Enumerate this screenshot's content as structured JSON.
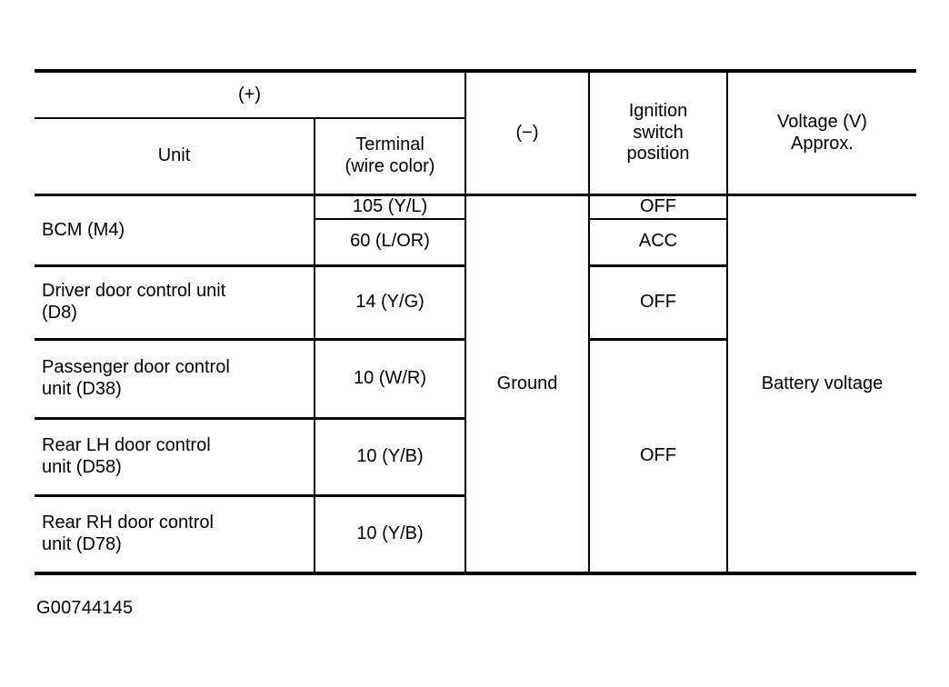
{
  "table": {
    "header": {
      "positive_group": "(+)",
      "unit": "Unit",
      "terminal_line1": "Terminal",
      "terminal_line2": "(wire color)",
      "negative": "(−)",
      "ignition_line1": "Ignition",
      "ignition_line2": "switch",
      "ignition_line3": "position",
      "voltage_line1": "Voltage (V)",
      "voltage_line2": "Approx."
    },
    "columns": [
      "Unit",
      "Terminal (wire color)",
      "(−)",
      "Ignition switch position",
      "Voltage (V) Approx."
    ],
    "ground_value": "Ground",
    "voltage_value": "Battery voltage",
    "rows": [
      {
        "unit": "BCM (M4)",
        "unit_line1": "BCM (M4)",
        "unit_line2": "",
        "terminal": "105 (Y/L)",
        "ignition": "OFF"
      },
      {
        "unit": "BCM (M4)",
        "unit_line1": "",
        "unit_line2": "",
        "terminal": "60 (L/OR)",
        "ignition": "ACC"
      },
      {
        "unit": "Driver door control unit (D8)",
        "unit_line1": "Driver door control unit",
        "unit_line2": "(D8)",
        "terminal": "14 (Y/G)",
        "ignition": "OFF"
      },
      {
        "unit": "Passenger door control unit (D38)",
        "unit_line1": "Passenger door control",
        "unit_line2": "unit (D38)",
        "terminal": "10 (W/R)",
        "ignition": "OFF"
      },
      {
        "unit": "Rear LH door control unit (D58)",
        "unit_line1": "Rear LH door control",
        "unit_line2": "unit (D58)",
        "terminal": "10 (Y/B)",
        "ignition": "OFF"
      },
      {
        "unit": "Rear RH door control unit (D78)",
        "unit_line1": "Rear RH door control",
        "unit_line2": "unit (D78)",
        "terminal": "10 (Y/B)",
        "ignition": "OFF"
      }
    ]
  },
  "caption": "G00744145",
  "colors": {
    "ink": "#000000",
    "paper": "#ffffff"
  }
}
